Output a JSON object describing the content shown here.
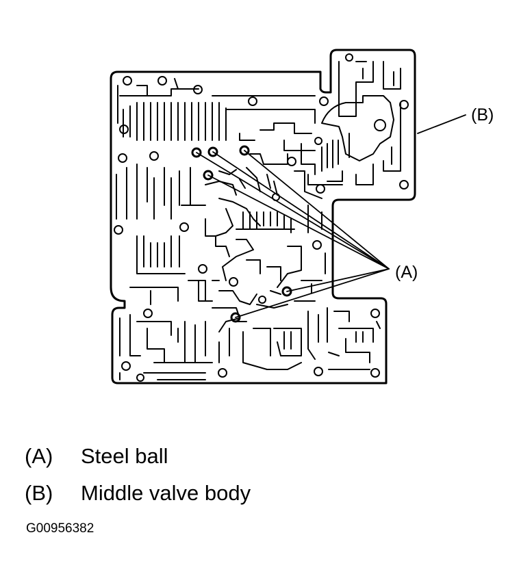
{
  "callouts": {
    "a": "(A)",
    "b": "(B)"
  },
  "legend": [
    {
      "key": "(A)",
      "text": "Steel ball"
    },
    {
      "key": "(B)",
      "text": "Middle valve body"
    }
  ],
  "figure_id": "G00956382"
}
